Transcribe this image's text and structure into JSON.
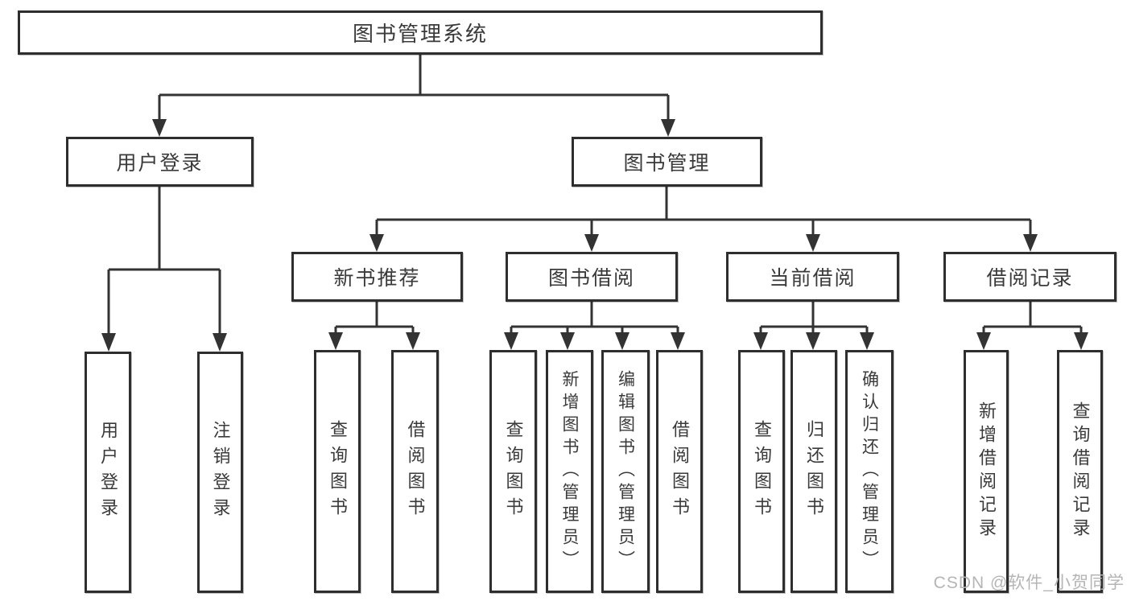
{
  "diagram": {
    "root": "图书管理系统",
    "level2": {
      "user_login": "用户登录",
      "book_management": "图书管理"
    },
    "level3": {
      "new_book_recommend": "新书推荐",
      "book_borrowing": "图书借阅",
      "current_borrowing": "当前借阅",
      "borrowing_records": "借阅记录"
    },
    "leaves": {
      "user_login": "用户登录",
      "logout": "注销登录",
      "nbr_query_books": "查询图书",
      "nbr_borrow_books": "借阅图书",
      "bb_query_books": "查询图书",
      "bb_add_books_admin": "新增图书（管理员）",
      "bb_edit_books_admin": "编辑图书（管理员）",
      "bb_borrow_books": "借阅图书",
      "cb_query_books": "查询图书",
      "cb_return_books": "归还图书",
      "cb_confirm_return_admin": "确认归还（管理员）",
      "br_add_record": "新增借阅记录",
      "br_query_record": "查询借阅记录"
    },
    "watermark": "CSDN @软件_小贺同学"
  },
  "colors": {
    "line": "#333333",
    "box_border": "#2e2e2e",
    "text": "#3a3a3a",
    "watermark": "#b5b5b5",
    "background": "#ffffff"
  }
}
